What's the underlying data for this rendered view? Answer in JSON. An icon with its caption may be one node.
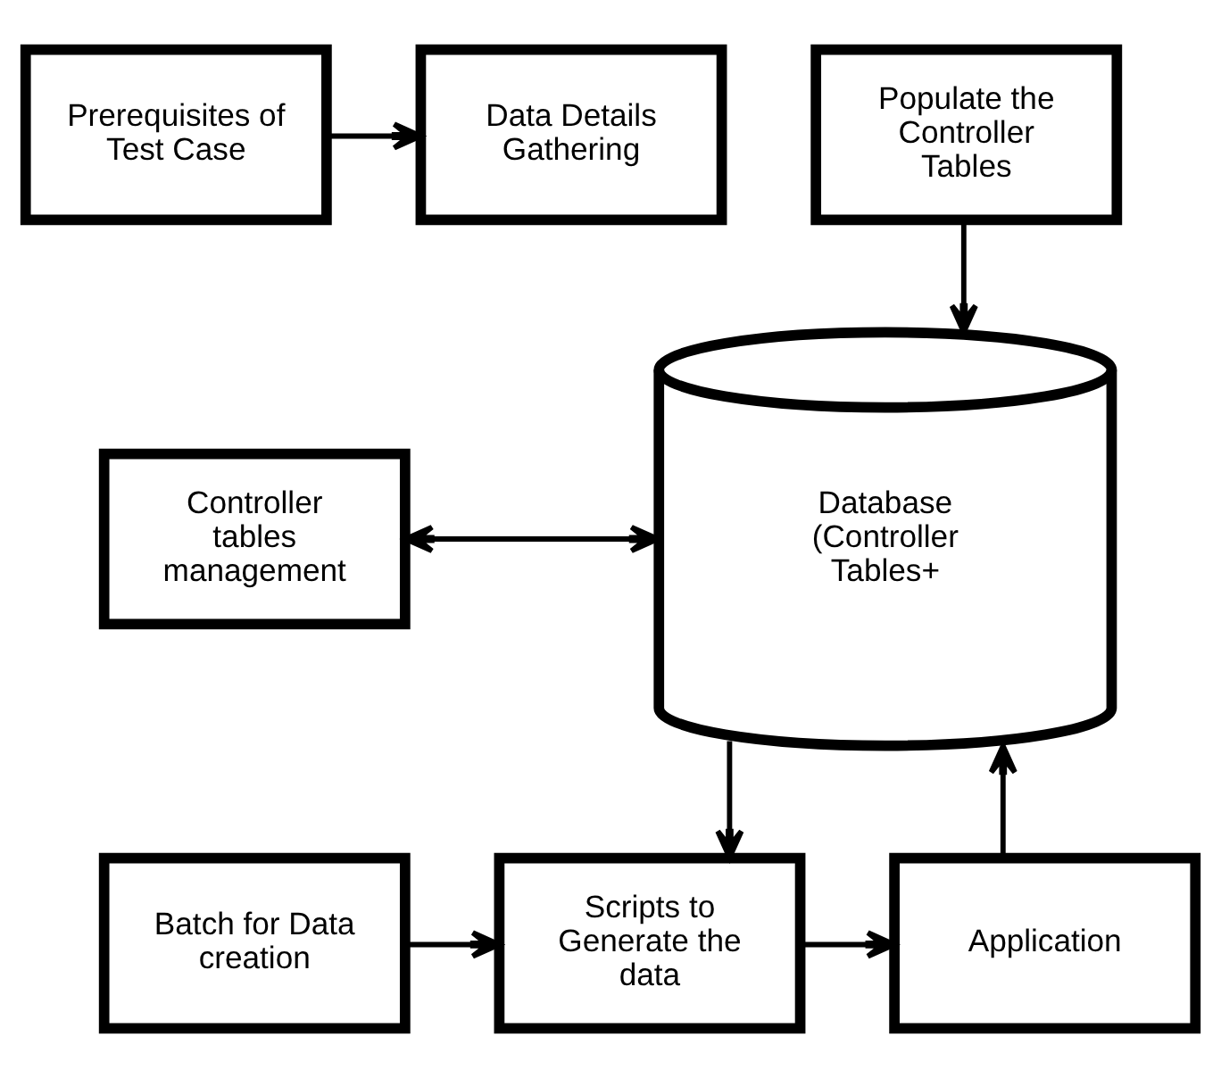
{
  "diagram": {
    "nodes": [
      {
        "text": [
          "Prerequisites of Test Case"
        ]
      },
      {
        "text": [
          "Data Details Gathering"
        ]
      },
      {
        "text": [
          "Populate the Controller Tables"
        ]
      },
      {
        "text": [
          "Controller tables management"
        ]
      },
      {
        "text": [
          "Database (Controller Tables+"
        ]
      },
      {
        "text": [
          "Batch for Data creation"
        ]
      },
      {
        "text": [
          "Scripts to Generate the data"
        ]
      },
      {
        "text": [
          "Application"
        ]
      }
    ],
    "edges": [
      {
        "from": 0,
        "to": 1,
        "arrow": "to"
      },
      {
        "from": 2,
        "to": 4,
        "arrow": "to"
      },
      {
        "from": 3,
        "to": 4,
        "arrow": "both"
      },
      {
        "from": 4,
        "to": 6,
        "arrow": "to"
      },
      {
        "from": 5,
        "to": 6,
        "arrow": "to"
      },
      {
        "from": 6,
        "to": 7,
        "arrow": "to"
      },
      {
        "from": 7,
        "to": 4,
        "arrow": "to"
      }
    ]
  }
}
